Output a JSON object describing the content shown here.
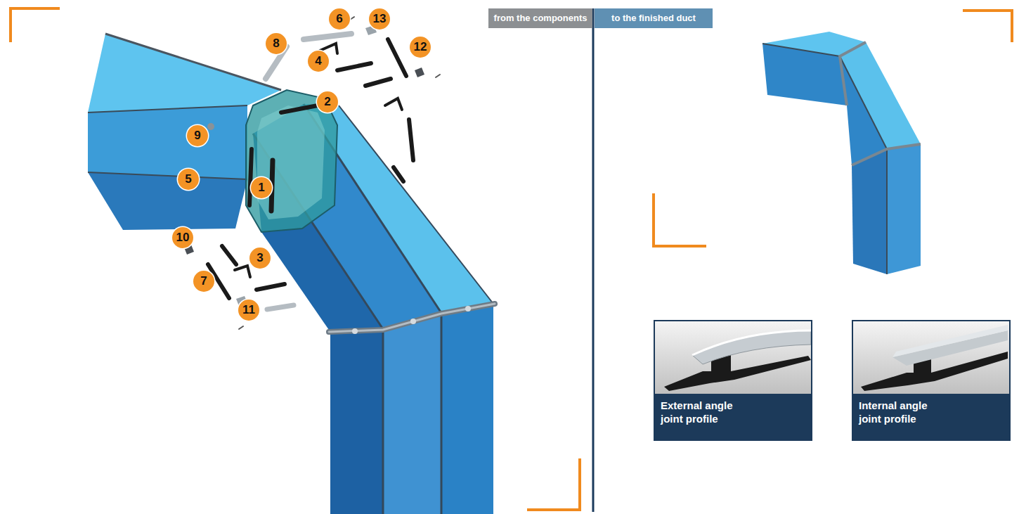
{
  "diagram": {
    "nodes": [
      {
        "text": [
          "from the components"
        ]
      },
      {
        "text": [
          "to the finished duct"
        ]
      },
      {
        "text": [
          "External angle joint profile"
        ]
      },
      {
        "text": [
          "Internal angle joint profile"
        ]
      }
    ],
    "labels": [
      "6",
      "13",
      "8",
      "12",
      "4",
      "2",
      "9",
      "5",
      "1",
      "10",
      "3",
      "7",
      "11"
    ]
  }
}
